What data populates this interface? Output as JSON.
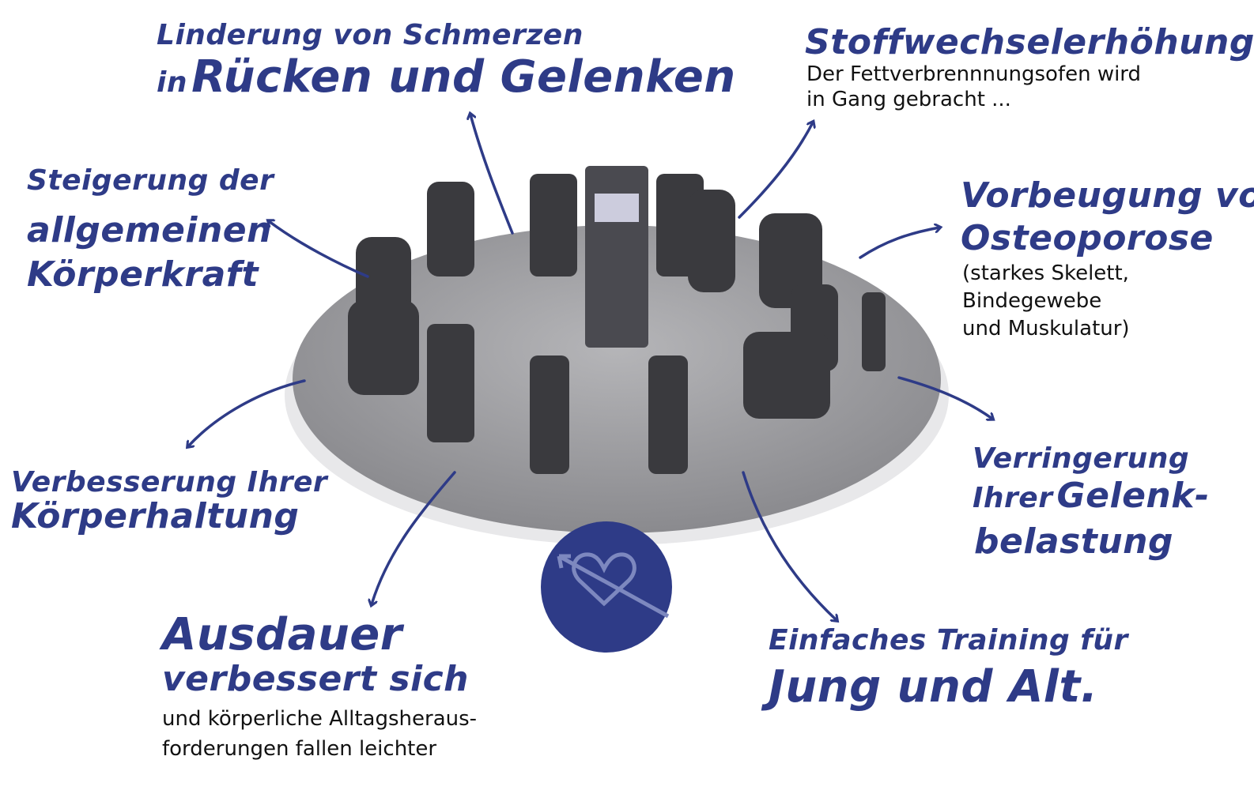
{
  "colors": {
    "accent": "#2e3b87",
    "platform": "#8f8f93",
    "machine": "#3a3a3e"
  },
  "blocks": {
    "schmerzen": {
      "line1": "Linderung von Schmerzen",
      "line2_prefix": "in",
      "line2": "Rücken und Gelenken"
    },
    "stoffwechsel": {
      "title": "Stoffwechselerhöhung",
      "desc1": "Der Fettverbrennnungsofen wird",
      "desc2": "in Gang gebracht ..."
    },
    "koerperkraft": {
      "line1": "Steigerung der",
      "line2": "allgemeinen",
      "line3": "Körperkraft"
    },
    "osteoporose": {
      "line1": "Vorbeugung vor",
      "line2": "Osteoporose",
      "desc1": "(starkes Skelett,",
      "desc2": "Bindegewebe",
      "desc3": "und Muskulatur)"
    },
    "haltung": {
      "line1": "Verbesserung Ihrer",
      "line2": "Körperhaltung"
    },
    "gelenk": {
      "line1": "Verringerung",
      "line2_prefix": "Ihrer",
      "line2": "Gelenk-",
      "line3": "belastung"
    },
    "ausdauer": {
      "line1": "Ausdauer",
      "line2": "verbessert sich",
      "desc1": "und körperliche Alltagsheraus-",
      "desc2": "forderungen fallen leichter"
    },
    "training": {
      "line1": "Einfaches Training für",
      "line2": "Jung und Alt."
    }
  },
  "icons": {
    "center": "heart-arrow-icon"
  }
}
